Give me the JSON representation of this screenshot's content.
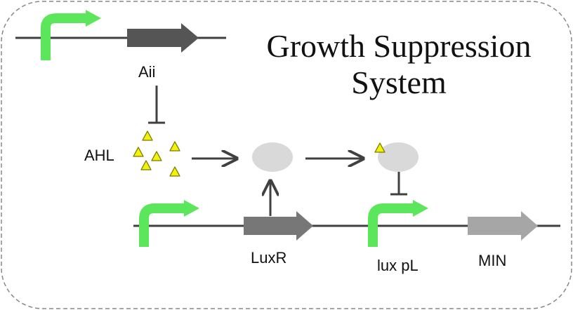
{
  "title": {
    "line1": "Growth Suppression",
    "line2": "System"
  },
  "labels": {
    "aii": "Aii",
    "ahl": "AHL",
    "luxr": "LuxR",
    "lux_pl": "lux pL",
    "min": "MIN"
  },
  "colors": {
    "promoter": "#5ce65c",
    "gene_dark": "#555555",
    "gene_mid": "#777777",
    "gene_light": "#a6a6a6",
    "protein": "#d9d9d9",
    "ahl_fill": "#f2f20a",
    "ahl_stroke": "#7a7a00",
    "line": "#404040",
    "border": "#888888"
  },
  "icons": [
    "promoter-arrow-icon",
    "gene-arrow-icon",
    "ahl-triangle-icon",
    "protein-ellipse-icon",
    "inhibition-bar-icon",
    "activation-arrow-icon"
  ]
}
